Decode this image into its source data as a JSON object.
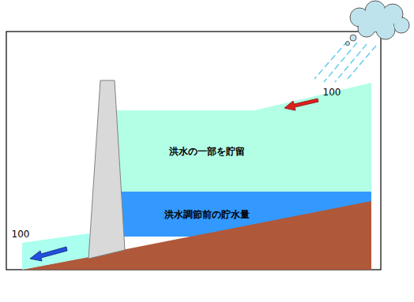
{
  "diagram": {
    "labels": [
      "100",
      "洪水の一部を貯留",
      "洪水調節前の貯水量",
      "100"
    ]
  }
}
